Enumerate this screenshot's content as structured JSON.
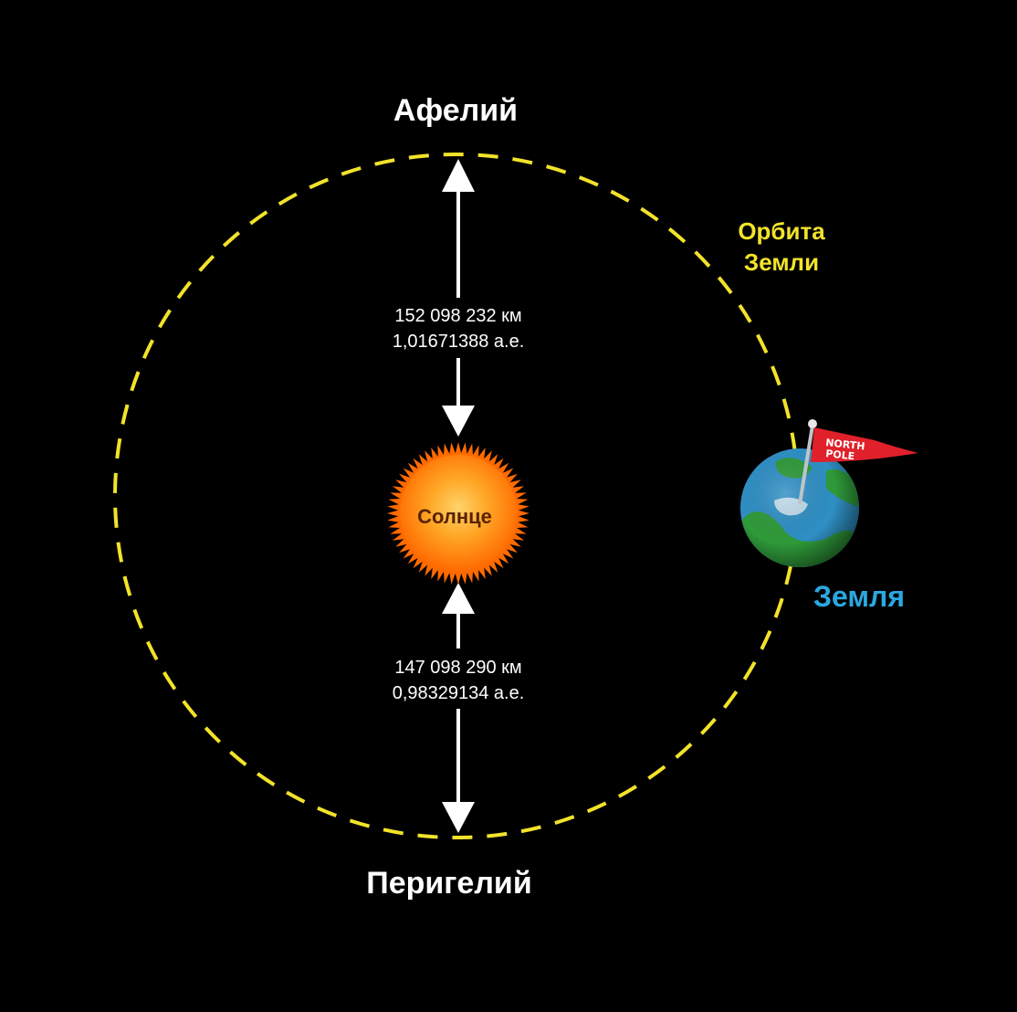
{
  "labels": {
    "aphelion": "Афелий",
    "perihelion": "Перигелий",
    "orbit_line1": "Орбита",
    "orbit_line2": "Земли",
    "sun": "Солнце",
    "earth": "Земля",
    "flag_line1": "NORTH",
    "flag_line2": "POLE"
  },
  "distances": {
    "aphelion_km": "152 098 232 км",
    "aphelion_au": "1,01671388 а.е.",
    "perihelion_km": "147 098 290 км",
    "perihelion_au": "0,98329134 а.е."
  },
  "colors": {
    "background": "#000000",
    "orbit": "#f2e32a",
    "orbit_label": "#f2e32a",
    "sun_core": "#ffb030",
    "sun_edge": "#ff6a00",
    "earth_ocean": "#2f8fc4",
    "earth_land": "#2f9a3a",
    "earth_label": "#2aa8e0",
    "flag": "#e0202a",
    "text": "#ffffff",
    "arrow": "#ffffff"
  },
  "icons": {
    "sun": "sun-icon",
    "earth": "earth-globe-icon",
    "flag": "north-pole-flag-icon"
  }
}
